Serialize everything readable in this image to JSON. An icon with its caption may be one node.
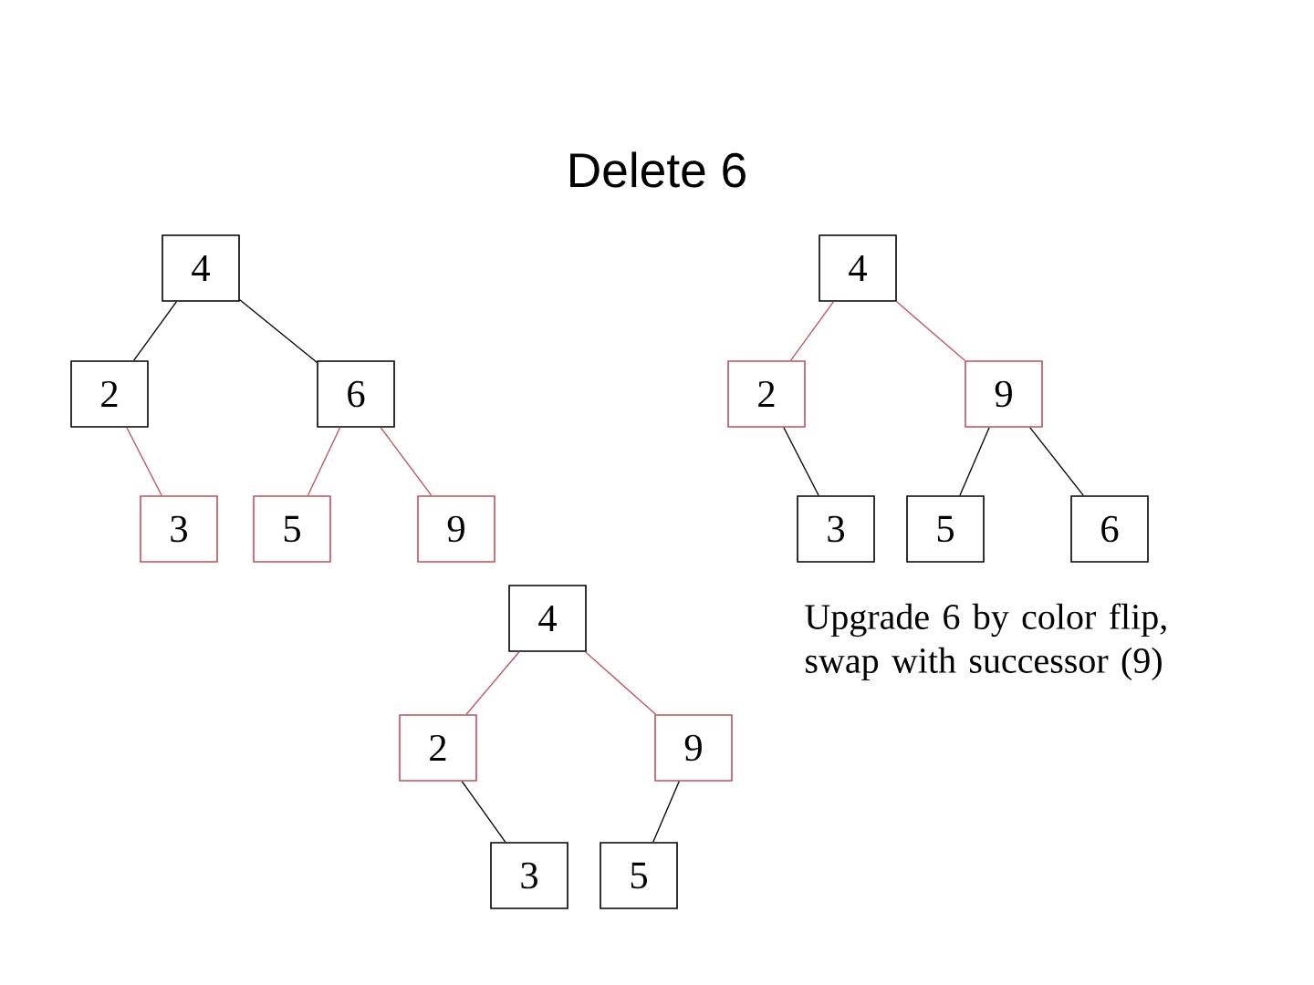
{
  "diagram": {
    "title": "Delete 6",
    "nodes": [
      {
        "text": [
          "4"
        ]
      },
      {
        "text": [
          "2"
        ]
      },
      {
        "text": [
          "6"
        ]
      },
      {
        "text": [
          "3"
        ]
      },
      {
        "text": [
          "5"
        ]
      },
      {
        "text": [
          "9"
        ]
      },
      {
        "text": [
          "4"
        ]
      },
      {
        "text": [
          "2"
        ]
      },
      {
        "text": [
          "9"
        ]
      },
      {
        "text": [
          "3"
        ]
      },
      {
        "text": [
          "5"
        ]
      },
      {
        "text": [
          "6"
        ]
      },
      {
        "text": [
          "4"
        ]
      },
      {
        "text": [
          "2"
        ]
      },
      {
        "text": [
          "9"
        ]
      },
      {
        "text": [
          "3"
        ]
      },
      {
        "text": [
          "5"
        ]
      }
    ],
    "edges": [
      {
        "from": 0,
        "to": 1,
        "arrow": "none"
      },
      {
        "from": 0,
        "to": 2,
        "arrow": "none"
      },
      {
        "from": 1,
        "to": 3,
        "arrow": "none",
        "color": "#c0505a"
      },
      {
        "from": 2,
        "to": 4,
        "arrow": "none",
        "color": "#c0505a"
      },
      {
        "from": 2,
        "to": 5,
        "arrow": "none",
        "color": "#c0505a"
      },
      {
        "from": 6,
        "to": 7,
        "arrow": "none",
        "color": "#c0505a"
      },
      {
        "from": 6,
        "to": 8,
        "arrow": "none",
        "color": "#c0505a"
      },
      {
        "from": 7,
        "to": 9,
        "arrow": "none"
      },
      {
        "from": 8,
        "to": 10,
        "arrow": "none"
      },
      {
        "from": 8,
        "to": 11,
        "arrow": "none"
      },
      {
        "from": 12,
        "to": 13,
        "arrow": "none",
        "color": "#c0505a"
      },
      {
        "from": 12,
        "to": 14,
        "arrow": "none",
        "color": "#c0505a"
      },
      {
        "from": 13,
        "to": 15,
        "arrow": "none"
      },
      {
        "from": 14,
        "to": 16,
        "arrow": "none"
      }
    ],
    "labels": [
      "Upgrade 6 by color flip, swap with successor (9)"
    ]
  }
}
